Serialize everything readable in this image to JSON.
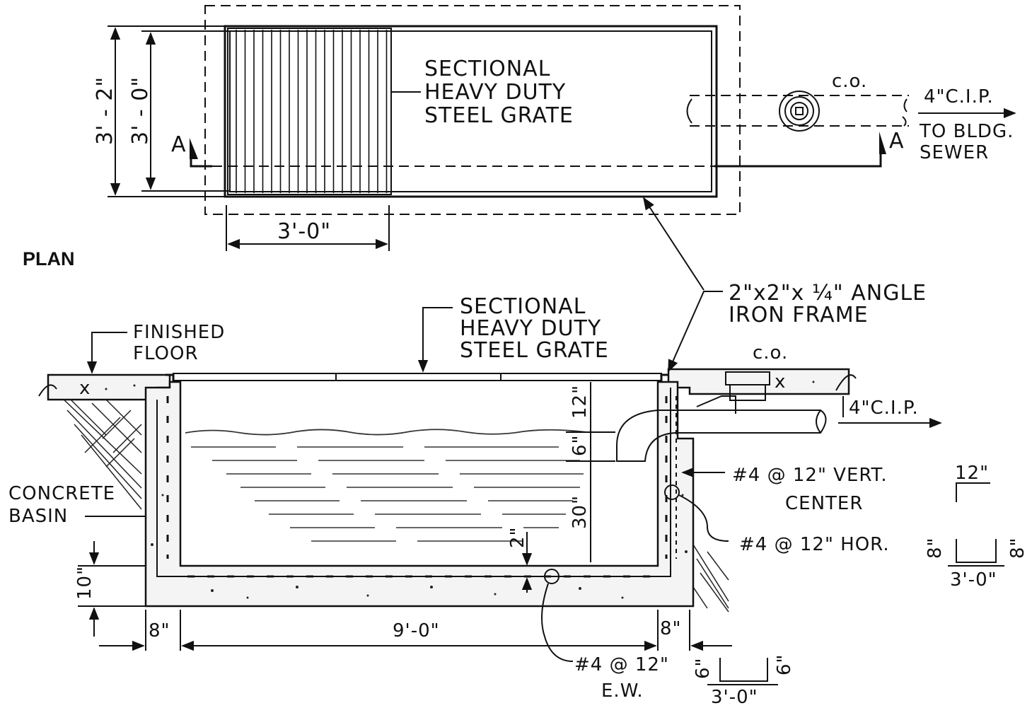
{
  "plan": {
    "title": "PLAN",
    "grate_label": [
      "SECTIONAL",
      "HEAVY DUTY",
      "STEEL GRATE"
    ],
    "co_label": "c.o.",
    "pipe_label": "4\"C.I.P.",
    "to_sewer": [
      "TO BLDG.",
      "SEWER"
    ],
    "section_mark_left": "A",
    "section_mark_right": "A",
    "dim_outer": "3' - 2\"",
    "dim_inner": "3' - 0\"",
    "dim_grate_width": "3'-0\""
  },
  "section": {
    "finished_floor": [
      "FINISHED",
      "FLOOR"
    ],
    "grate_label": [
      "SECTIONAL",
      "HEAVY DUTY",
      "STEEL GRATE"
    ],
    "angle_frame": [
      "2\"x2\"x ¼\" ANGLE",
      "IRON FRAME"
    ],
    "co_label": "c.o.",
    "pipe_label": "4\"C.I.P.",
    "concrete_basin": [
      "CONCRETE",
      "BASIN"
    ],
    "rebar_vert": [
      "#4 @ 12\" VERT.",
      "CENTER"
    ],
    "rebar_hor": "#4 @ 12\" HOR.",
    "rebar_ew": [
      "#4 @ 12\"",
      "E.W."
    ],
    "dim_12": "12\"",
    "dim_6": "6\"",
    "dim_30": "30\"",
    "dim_2": "2\"",
    "dim_10": "10\"",
    "dim_8_left": "8\"",
    "dim_9": "9'-0\"",
    "dim_8_right": "8\""
  },
  "details": {
    "vert_top": "12\"",
    "vert_side_left": "8\"",
    "vert_side_right": "8\"",
    "vert_width": "3'-0\"",
    "ew_side_left": "6\"",
    "ew_side_right": "6\"",
    "ew_width": "3'-0\""
  }
}
